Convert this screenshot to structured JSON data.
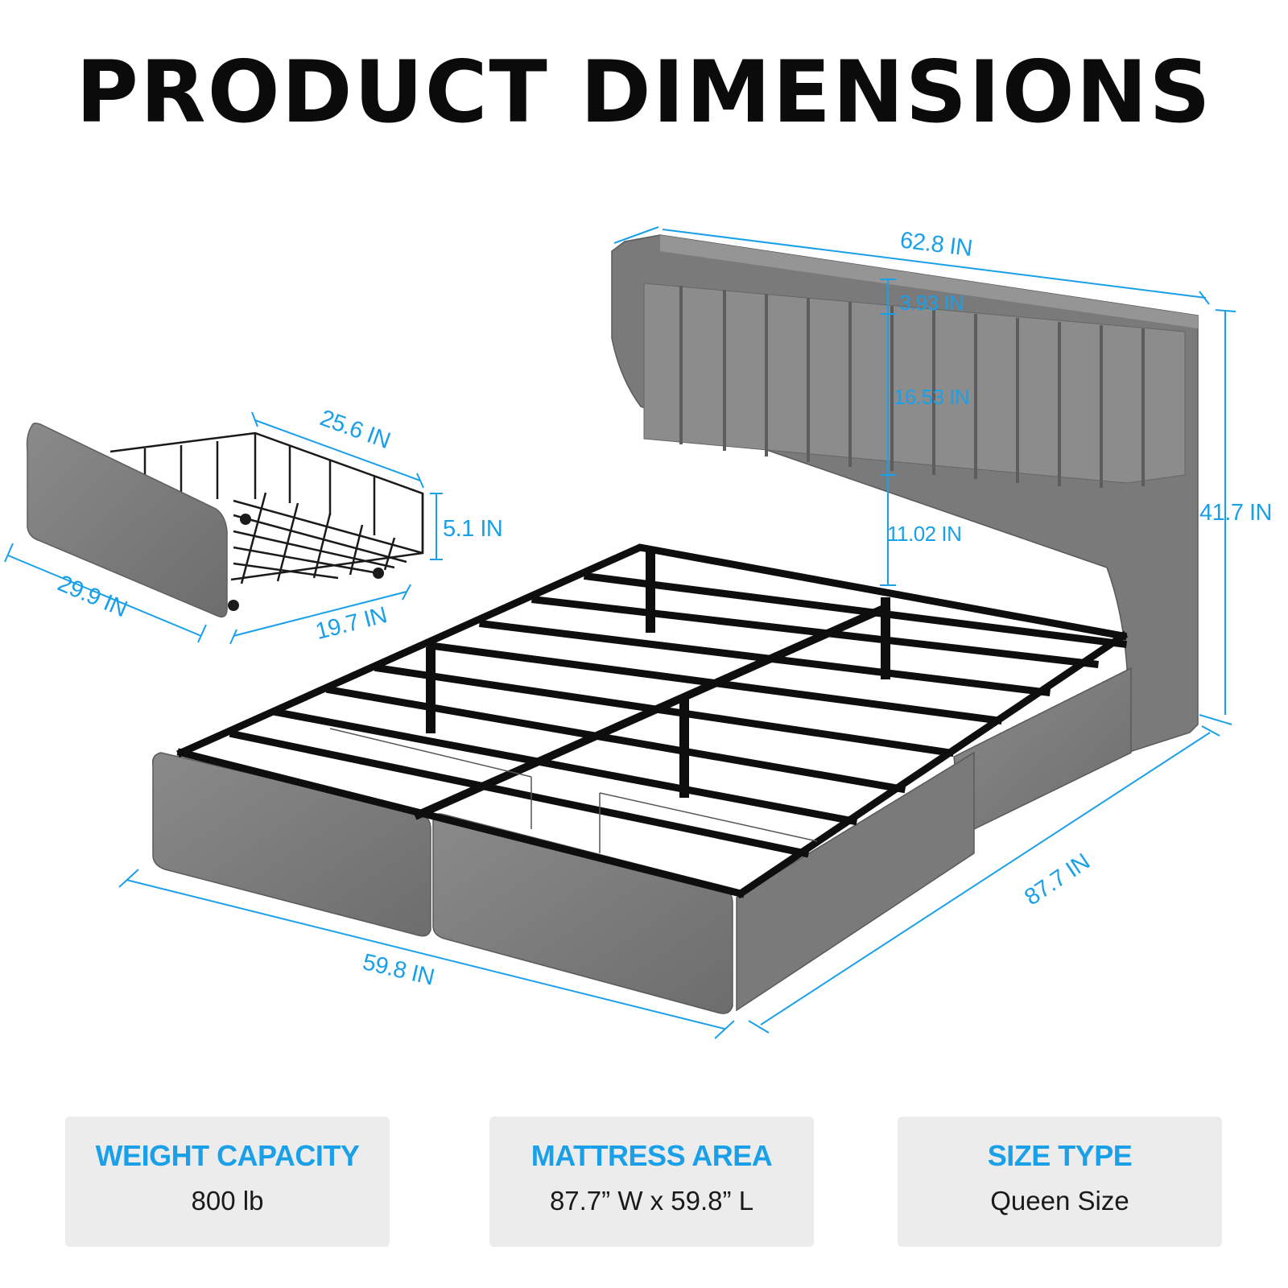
{
  "title": "PRODUCT DIMENSIONS",
  "dimensions": {
    "headboard_width": "62.8 IN",
    "top_gap": "3.93 IN",
    "headboard_panel": "16.53 IN",
    "frame_to_panel": "11.02 IN",
    "total_height": "41.7 IN",
    "bed_length": "87.7 IN",
    "bed_width": "59.8 IN",
    "drawer_length": "25.6 IN",
    "drawer_height": "5.1 IN",
    "drawer_front_width": "29.9 IN",
    "drawer_depth": "19.7 IN"
  },
  "cards": [
    {
      "label": "WEIGHT CAPACITY",
      "value": "800 lb"
    },
    {
      "label": "MATTRESS AREA",
      "value": "87.7” W  x  59.8” L"
    },
    {
      "label": "SIZE TYPE",
      "value": "Queen Size"
    }
  ],
  "colors": {
    "accent": "#1aa0e8",
    "fabric": "#7f7f7f",
    "steel": "#111111",
    "card_bg": "#ececec"
  }
}
